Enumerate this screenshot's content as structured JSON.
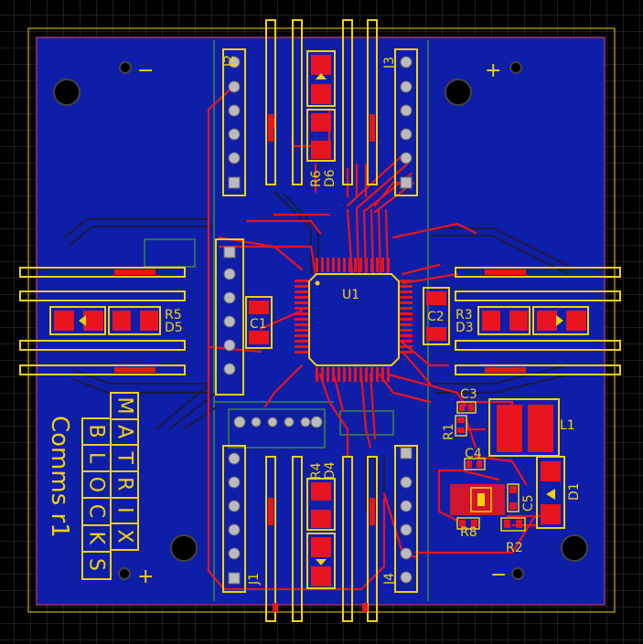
{
  "colors": {
    "background": "#000000",
    "grid": "#3a3a3a",
    "board": "#0f1ea8",
    "board_outline": "#7a2a6a",
    "silkscreen": "#f2d20c",
    "copper_top": "#e8141e",
    "copper_bottom": "#1a1a40",
    "keepout": "#3a8a3a"
  },
  "board": {
    "title": "Comms r1",
    "logo": [
      "MATRIX",
      "BLOCKS"
    ],
    "logo_rows": [
      {
        "row": 0,
        "letters": [
          "M",
          "A",
          "T",
          "R",
          "I",
          "X"
        ]
      },
      {
        "row": 1,
        "letters": [
          "B",
          "L",
          "O",
          "C",
          "K",
          "S"
        ]
      }
    ]
  },
  "connectors": {
    "J1": "J1",
    "J2": "J2",
    "J3": "J3",
    "J4": "J4"
  },
  "components": {
    "U1": "U1",
    "C1": "C1",
    "C2": "C2",
    "C3": "C3",
    "C4": "C4",
    "C5": "C5",
    "R1": "R1",
    "R2": "R2",
    "R3": "R3",
    "R4": "R4",
    "R5": "R5",
    "R6": "R6",
    "R8": "R8",
    "D1": "D1",
    "D3": "D3",
    "D4": "D4",
    "D5": "D5",
    "D6": "D6",
    "L1": "L1"
  },
  "markers": {
    "plus": "+",
    "minus": "−"
  }
}
